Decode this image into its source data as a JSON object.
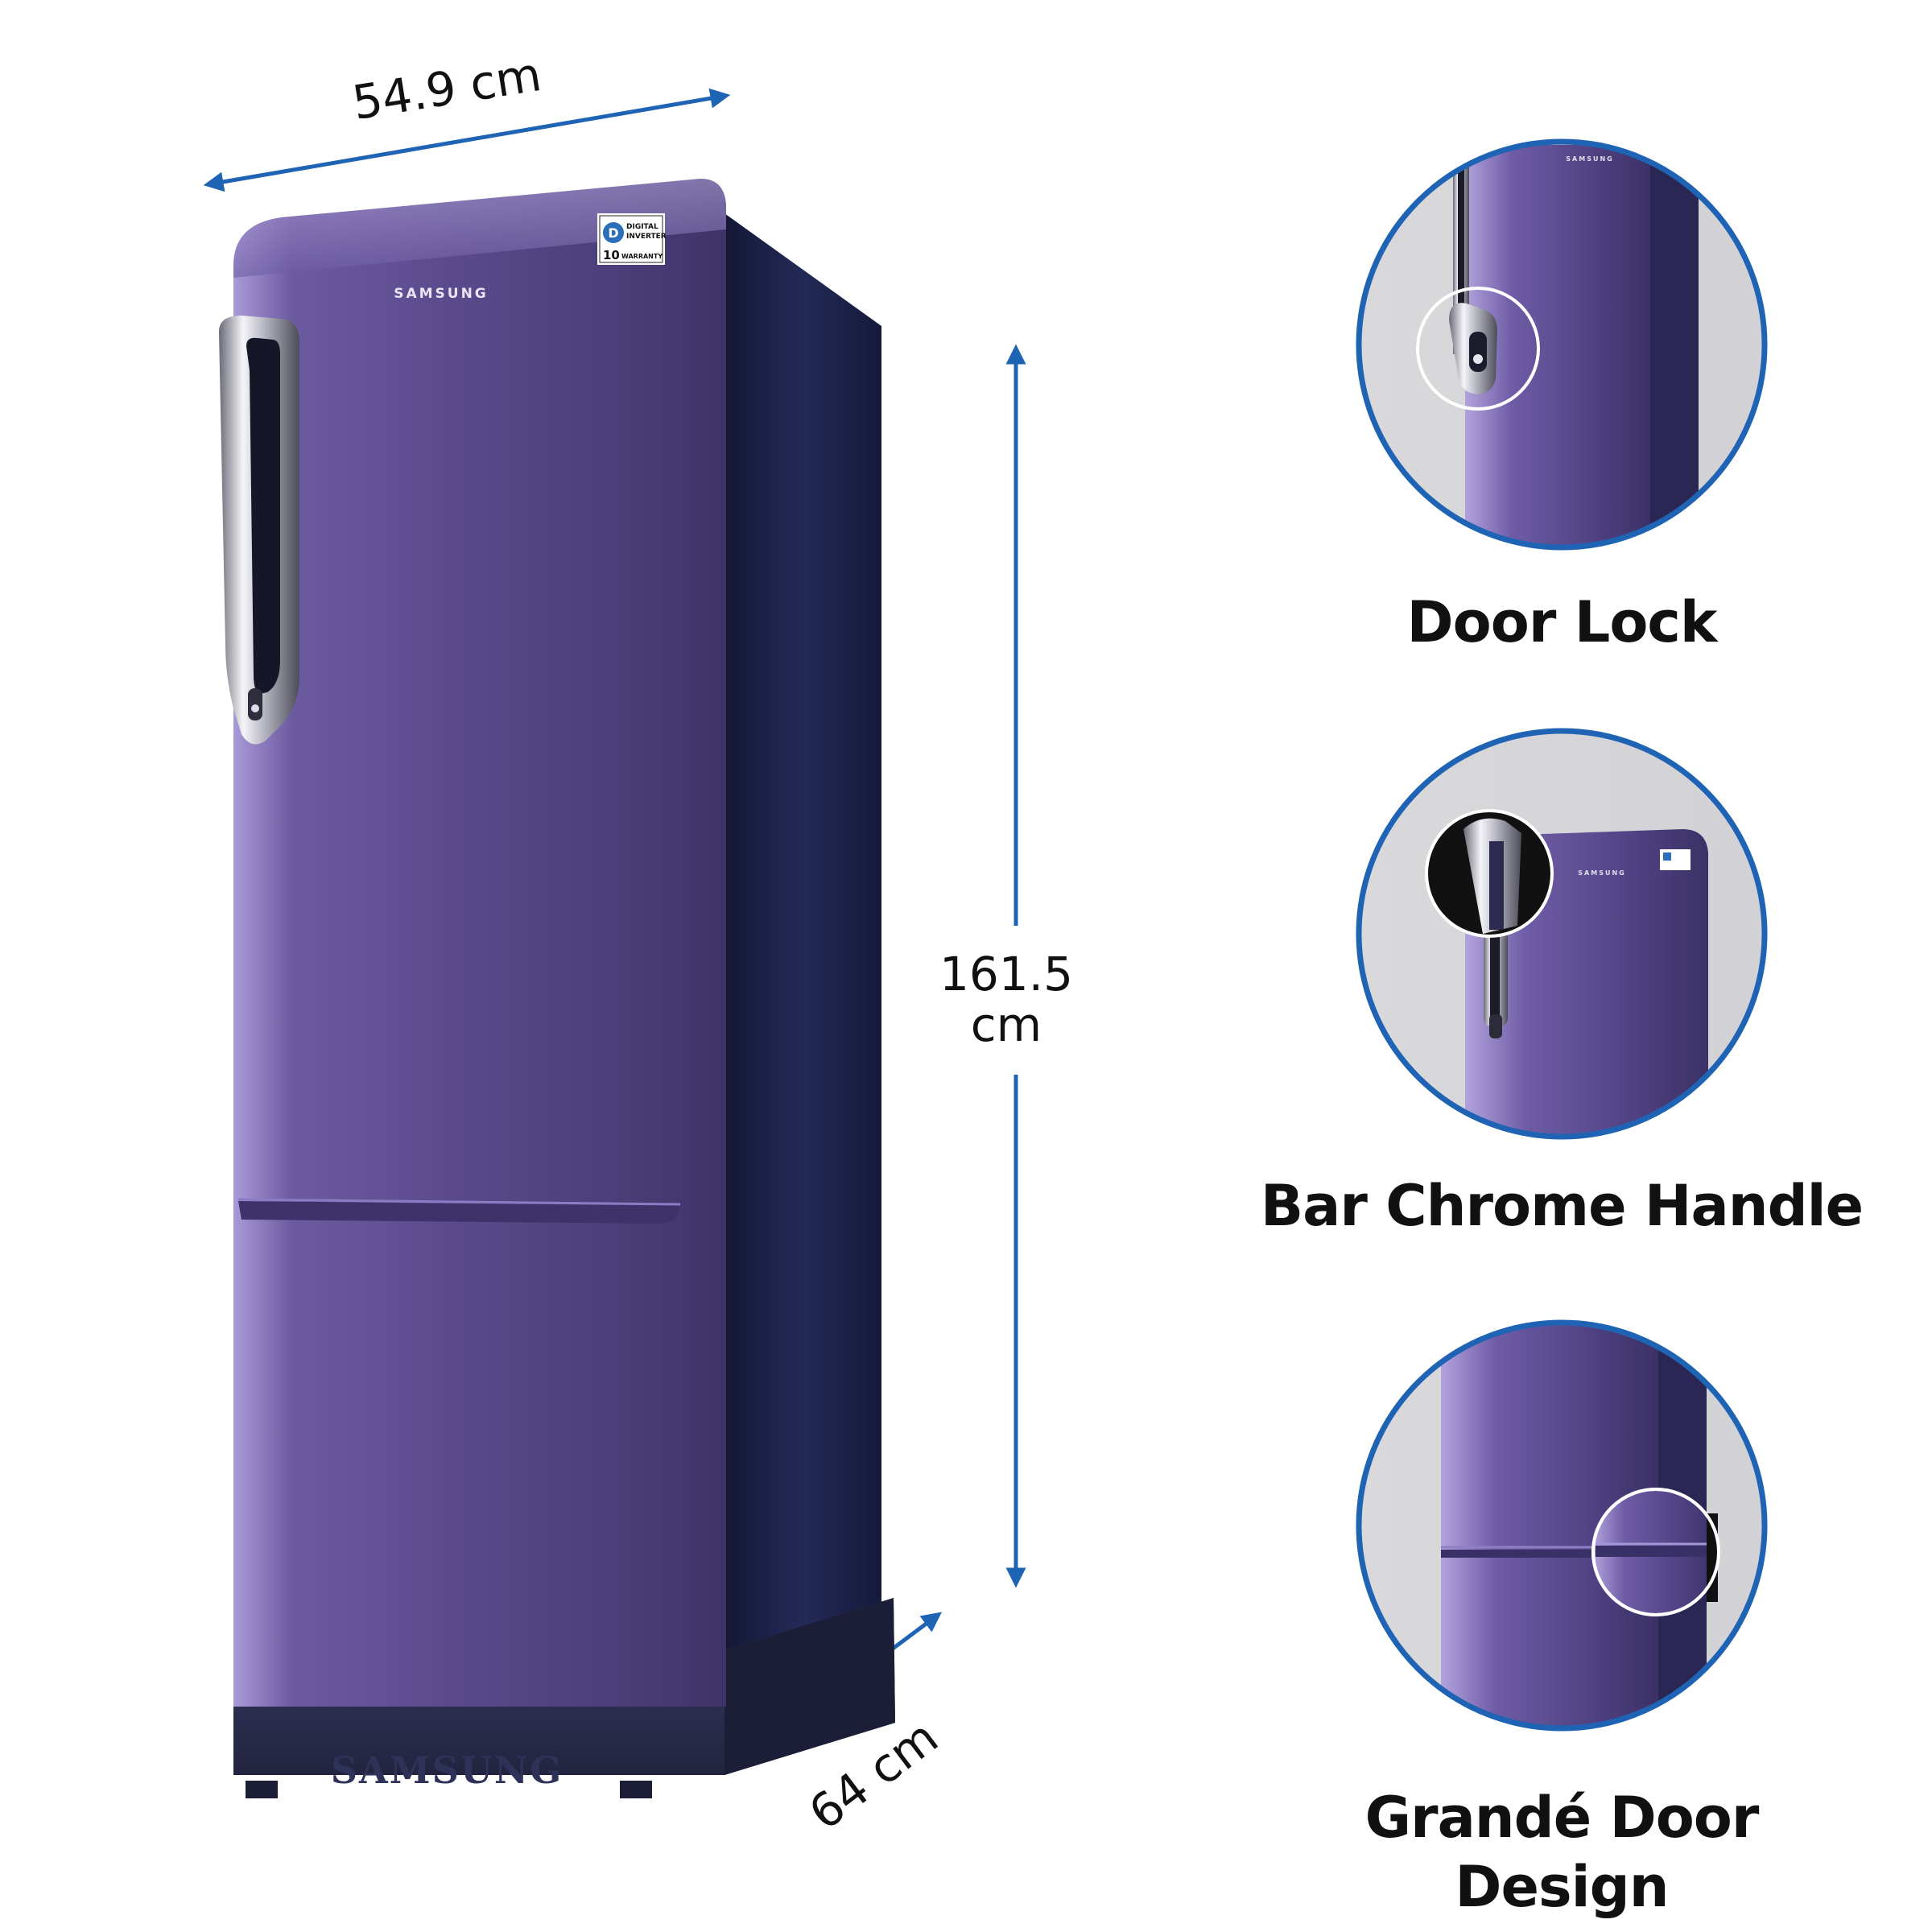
{
  "brand": {
    "logo_text": "SAMSUNG",
    "base_embossed_text": "SAMSUNG"
  },
  "badge": {
    "line1": "DIGITAL",
    "line2": "INVERTER",
    "warranty_number": "10",
    "warranty_word": "WARRANTY"
  },
  "dimensions": {
    "width": "54.9 cm",
    "height_value": "161.5",
    "height_unit": "cm",
    "depth": "64 cm"
  },
  "features": [
    {
      "label": "Door Lock"
    },
    {
      "label": "Bar Chrome Handle"
    },
    {
      "label_line1": "Grandé Door",
      "label_line2": "Design"
    }
  ],
  "colors": {
    "dimension_arrow": "#1f64b4",
    "circle_border": "#1f64b4",
    "fridge_purple": "#5b4a8e",
    "fridge_side": "#1b1f3e",
    "base": "#2a2c50"
  }
}
